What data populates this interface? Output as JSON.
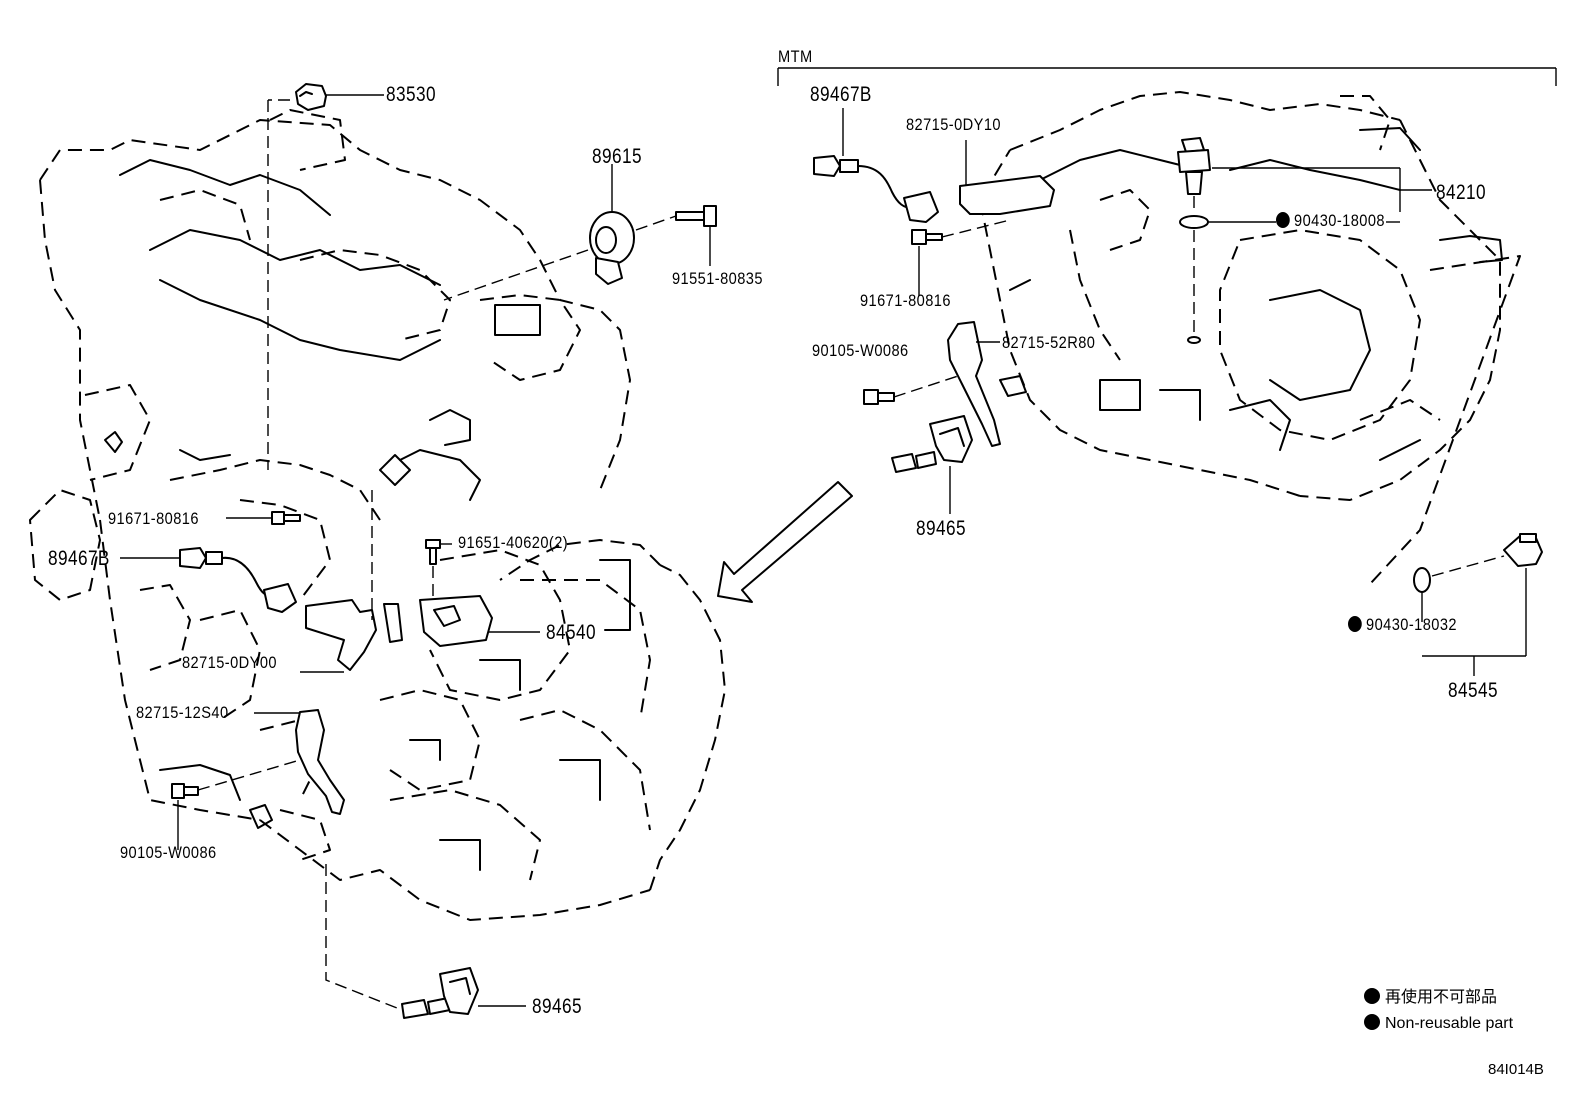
{
  "group_label": "MTM",
  "parts": {
    "p83530": "83530",
    "p89615": "89615",
    "p91551_80835": "91551-80835",
    "p91671_80816_left": "91671-80816",
    "p89467b_left": "89467B",
    "p91651_40620": "91651-40620(2)",
    "p84540": "84540",
    "p82715_0dy00": "82715-0DY00",
    "p82715_12s40": "82715-12S40",
    "p90105_w0086_left": "90105-W0086",
    "p89465_left": "89465",
    "p89467b_right": "89467B",
    "p82715_0dy10": "82715-0DY10",
    "p91671_80816_right": "91671-80816",
    "p82715_52r80": "82715-52R80",
    "p90105_w0086_right": "90105-W0086",
    "p89465_right": "89465",
    "p84210": "84210",
    "p90430_18008": "90430-18008",
    "p90430_18032": "90430-18032",
    "p84545": "84545"
  },
  "legend": {
    "japanese": "再使用不可部品",
    "english": "Non-reusable part"
  },
  "diagram_code": "84I014B"
}
